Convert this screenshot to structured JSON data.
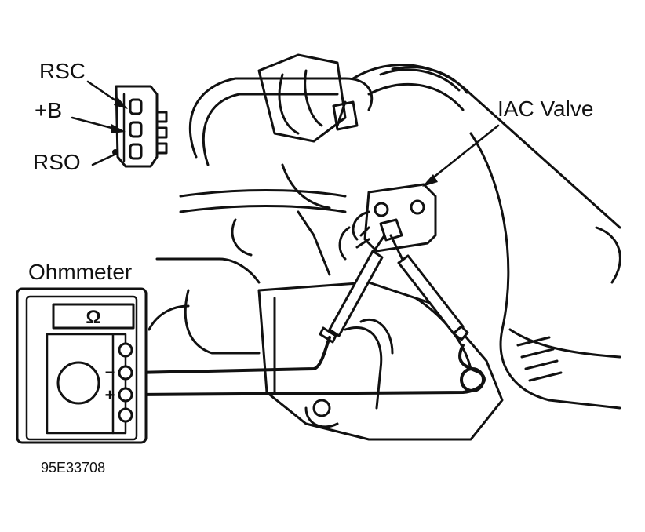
{
  "labels": {
    "rsc": "RSC",
    "plus_b": "+B",
    "rso": "RSO",
    "iac_valve": "IAC Valve",
    "ohmmeter": "Ohmmeter",
    "figure_code": "95E33708"
  },
  "meter": {
    "display_symbol": "Ω",
    "minus_terminal": "−",
    "plus_terminal": "+"
  }
}
